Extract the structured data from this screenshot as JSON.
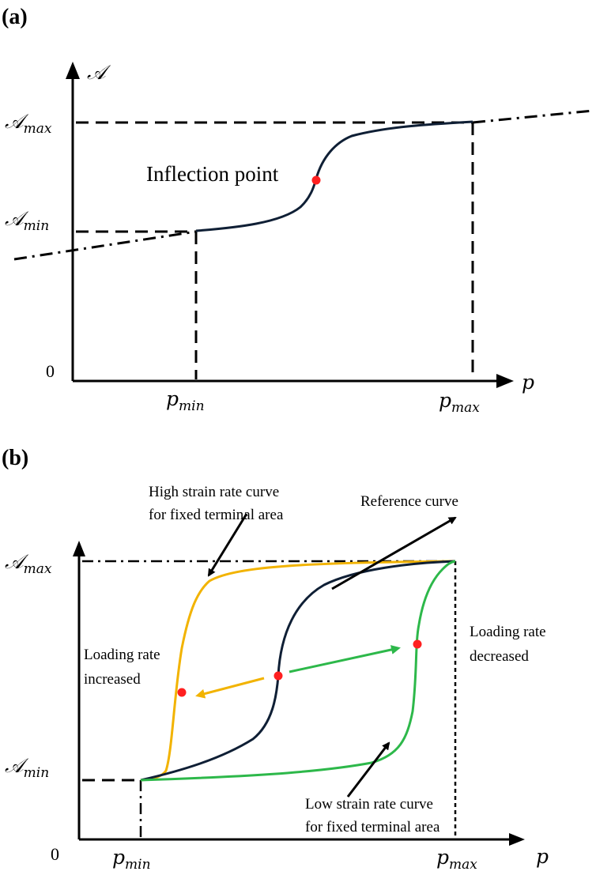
{
  "panel_a": {
    "label": "(a)",
    "y_axis_label": "𝒜",
    "zero": "0",
    "x_axis_label": "p",
    "amax_base": "𝒜",
    "amax_sub": "max",
    "amin_base": "𝒜",
    "amin_sub": "min",
    "pmin_base": "p",
    "pmin_sub": "min",
    "pmax_base": "p",
    "pmax_sub": "max",
    "inflection_label": "Inflection point"
  },
  "panel_b": {
    "label": "(b)",
    "zero": "0",
    "x_axis_label": "p",
    "amax_base": "𝒜",
    "amax_sub": "max",
    "amin_base": "𝒜",
    "amin_sub": "min",
    "pmin_base": "p",
    "pmin_sub": "min",
    "pmax_base": "p",
    "pmax_sub": "max",
    "high_curve_line1": "High strain rate curve",
    "high_curve_line2": "for fixed terminal area",
    "reference_curve": "Reference curve",
    "loading_increased_line1": "Loading rate",
    "loading_increased_line2": "increased",
    "loading_decreased_line1": "Loading rate",
    "loading_decreased_line2": "decreased",
    "low_curve_line1": "Low strain rate curve",
    "low_curve_line2": "for fixed terminal area"
  },
  "colors": {
    "reference_curve": "#0f1f35",
    "high_strain_curve": "#f2b300",
    "low_strain_curve": "#2db84a",
    "inflection_point": "#ff2020"
  }
}
